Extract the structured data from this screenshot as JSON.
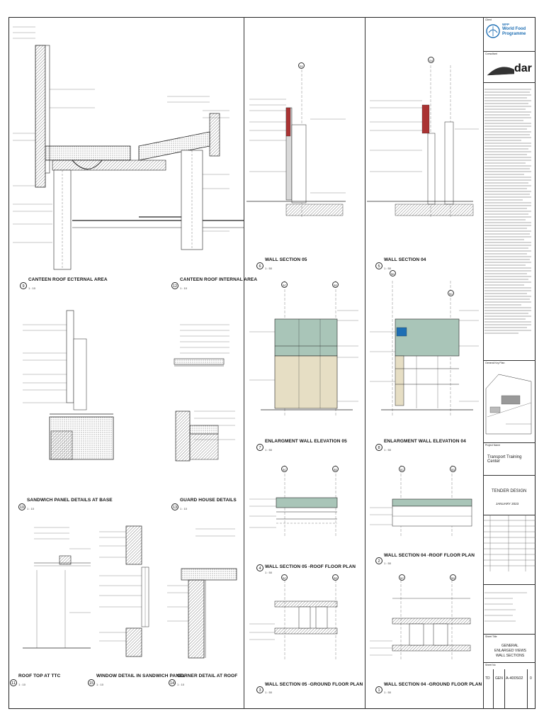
{
  "title_block": {
    "client_label": "Client",
    "client_name_line1": "World Food",
    "client_name_line2": "Programme",
    "client_abbr": "WFP",
    "consultant_label": "Consultant",
    "consultant_name": "dar",
    "project_name_label": "Project Name",
    "project_name": "Transport Training Center",
    "stage": "TENDER DESIGN",
    "date": "JANUARY 2023",
    "key_plan_label": "General Key Plan",
    "sheet_title_label": "Sheet Title",
    "sheet_title_line1": "GENERAL",
    "sheet_title_line2": "ENLARGED VIEWS",
    "sheet_title_line3": "WALL SECTIONS",
    "sheet_no_label": "Sheet No",
    "discipline": "TD",
    "zone": "GEN",
    "sheet_number": "A-400S02",
    "revision": "0",
    "accent_blue": "#1f6fb4"
  },
  "views": {
    "v9": {
      "num": "9",
      "title": "CANTEEN ROOF ECTERNAL AREA",
      "scale": "1 : 10"
    },
    "v12": {
      "num": "12",
      "title": "CANTEEN ROOF INTERNAL AREA",
      "scale": "1 : 10"
    },
    "v10": {
      "num": "10",
      "title": "SANDWICH PANEL DETAILS AT BASE",
      "scale": "1 : 10"
    },
    "v13": {
      "num": "13",
      "title": "GUARD HOUSE DETAILS",
      "scale": "1 : 10"
    },
    "v11": {
      "num": "11",
      "title": "ROOF TOP AT TTC",
      "scale": "1 : 10"
    },
    "v15": {
      "num": "15",
      "title": "WINDOW DETAIL IN SANDWICH PANEL",
      "scale": "1 : 10"
    },
    "v14": {
      "num": "14",
      "title": "CORNER DETAIL AT ROOF",
      "scale": "1 : 10"
    },
    "v6": {
      "num": "6",
      "title": "WALL SECTION 05",
      "scale": "1 : 50"
    },
    "v5": {
      "num": "5",
      "title": "WALL SECTION 04",
      "scale": "1 : 50"
    },
    "v7": {
      "num": "7",
      "title": "ENLARGMENT WALL ELEVATION 05",
      "scale": "1 : 50"
    },
    "v8": {
      "num": "8",
      "title": "ENLARGMENT WALL ELEVATION 04",
      "scale": "1 : 50"
    },
    "v4": {
      "num": "4",
      "title": "WALL SECTION 05 -ROOF FLOOR PLAN",
      "scale": "1 : 50"
    },
    "v2": {
      "num": "2",
      "title": "WALL SECTION 04 -ROOF FLOOR PLAN",
      "scale": "1 : 50"
    },
    "v3": {
      "num": "3",
      "title": "WALL SECTION 05 -GROUND FLOOR PLAN",
      "scale": "1 : 50"
    },
    "v1": {
      "num": "1",
      "title": "WALL SECTION 04 -GROUND FLOOR PLAN",
      "scale": "1 : 50"
    }
  },
  "grid_bubbles": {
    "s1": "S1",
    "s4": "S4",
    "sc": "SC",
    "sd": "SD"
  },
  "colors": {
    "glazing": "#a9c5b8",
    "cladding": "#e6dec4",
    "hatch": "#555555",
    "line": "#222222"
  }
}
